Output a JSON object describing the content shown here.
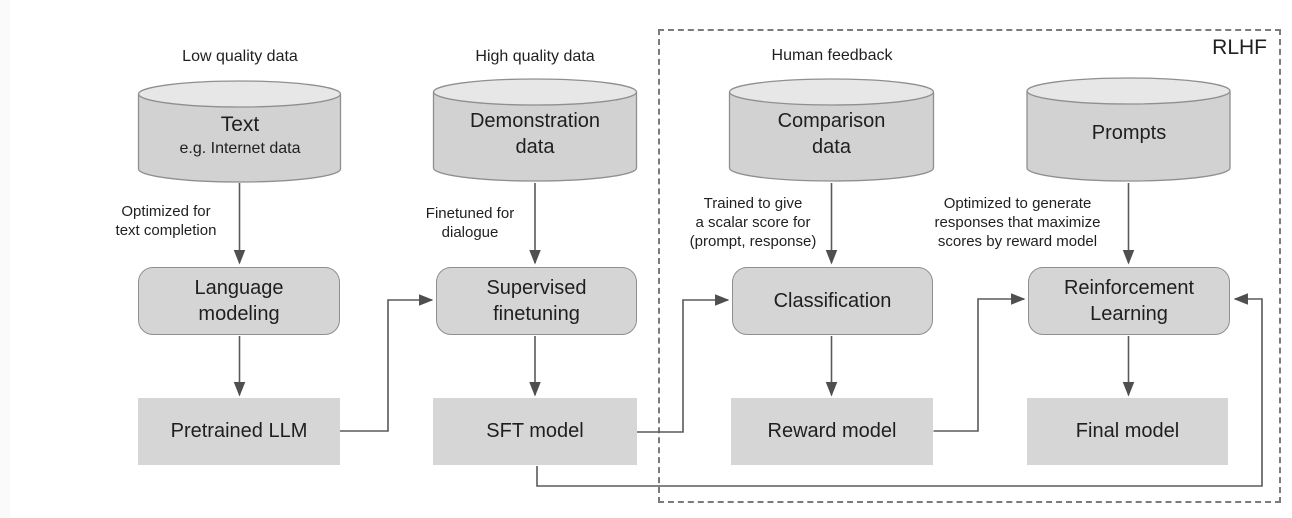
{
  "title": "RLHF training pipeline diagram",
  "colors": {
    "ink": "#1f1f1f",
    "line": "#5a5a5a",
    "shape-border": "#8f8f8f",
    "box-fill": "#d5d5d5",
    "box-flat": "#d6d6d6",
    "cyl-body": "#d2d2d2",
    "cyl-top": "#e7e7e7",
    "dash": "#7b7b7b"
  },
  "rlhf": {
    "label": "RLHF"
  },
  "columns": [
    {
      "top_label": "Low quality data",
      "cylinder": {
        "title": "Text",
        "subtitle": "e.g. Internet data"
      },
      "annotation": "Optimized for\ntext completion",
      "process": "Language\nmodeling",
      "output": "Pretrained LLM"
    },
    {
      "top_label": "High quality data",
      "cylinder": {
        "title": "Demonstration\ndata"
      },
      "annotation": "Finetuned for\ndialogue",
      "process": "Supervised\nfinetuning",
      "output": "SFT model"
    },
    {
      "top_label": "Human feedback",
      "cylinder": {
        "title": "Comparison\ndata"
      },
      "annotation": "Trained to give\na scalar score for\n(prompt, response)",
      "process": "Classification",
      "output": "Reward model"
    },
    {
      "cylinder": {
        "title": "Prompts"
      },
      "annotation": "Optimized to generate\nresponses that maximize\nscores by reward model",
      "process": "Reinforcement\nLearning",
      "output": "Final model"
    }
  ]
}
